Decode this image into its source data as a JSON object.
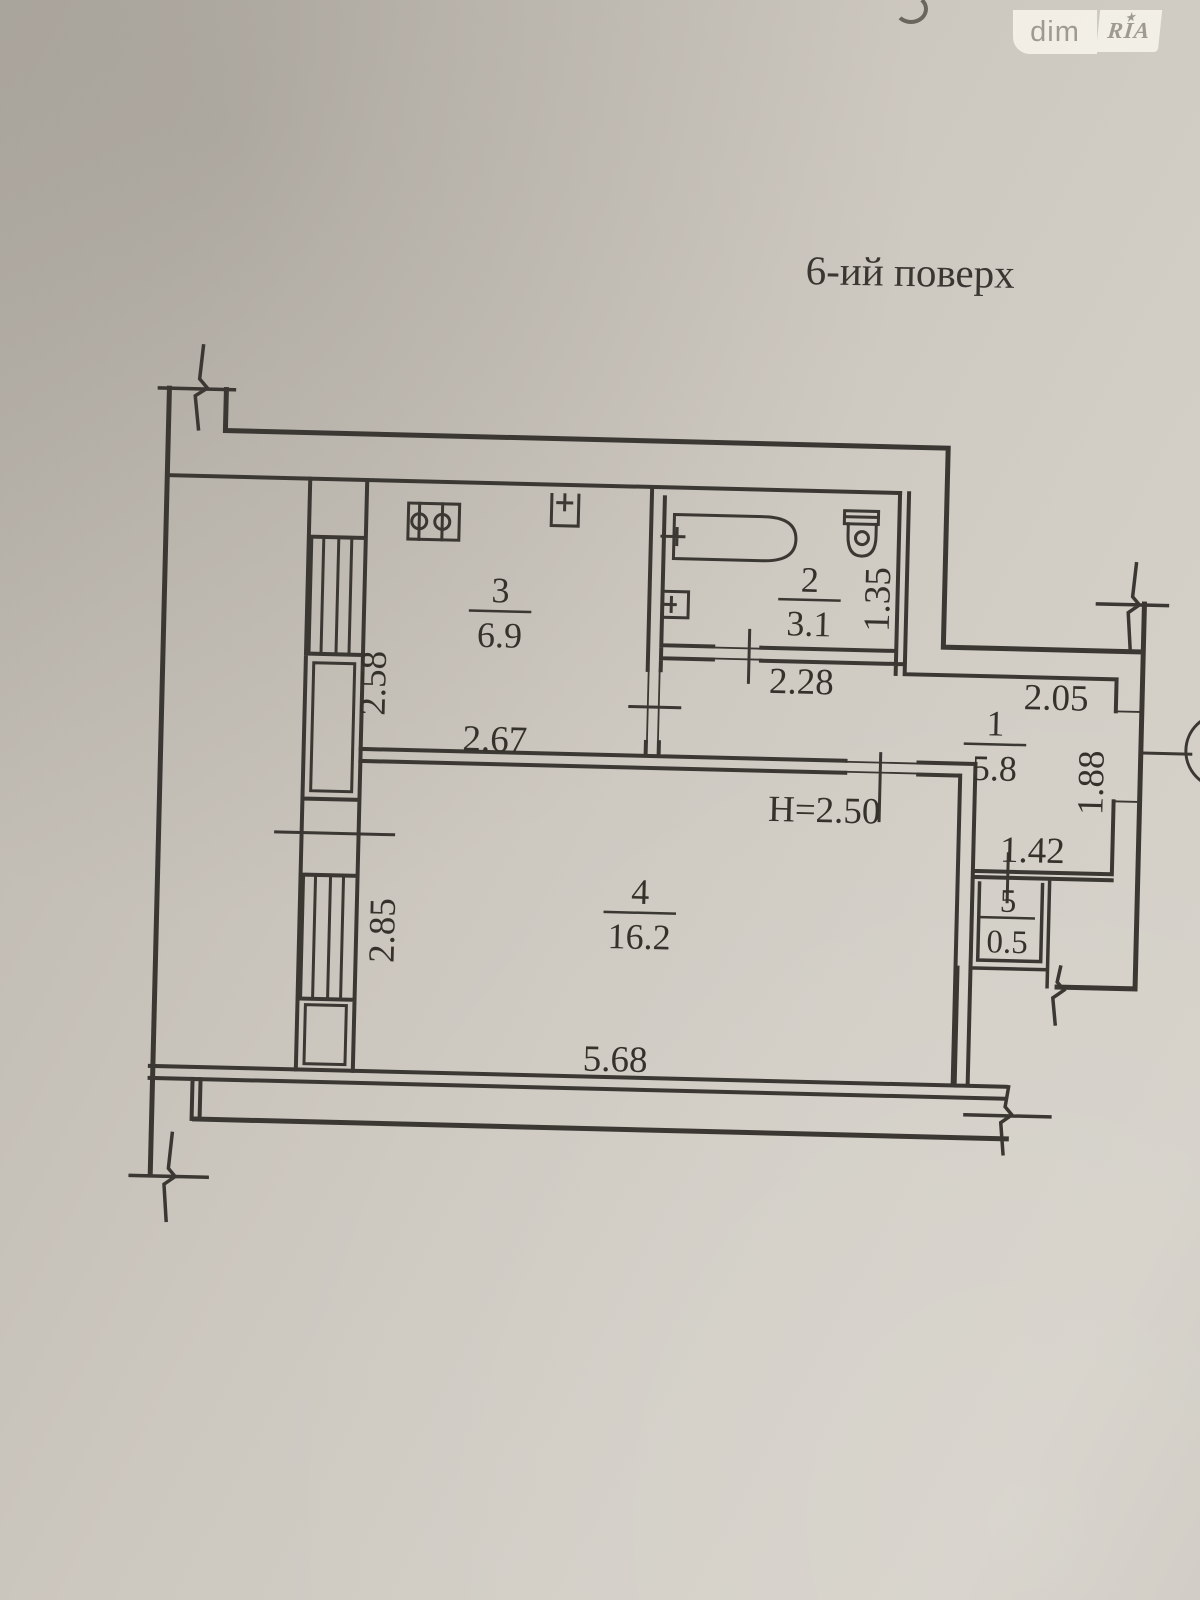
{
  "title": "6-ий поверх",
  "watermark": {
    "left": "dim",
    "right": "RIA",
    "star": "★"
  },
  "rooms": [
    {
      "number": "1",
      "area": "5.8"
    },
    {
      "number": "2",
      "area": "3.1"
    },
    {
      "number": "3",
      "area": "6.9"
    },
    {
      "number": "4",
      "area": "16.2"
    },
    {
      "number": "5",
      "area": "0.5"
    }
  ],
  "dimensions": {
    "kitchen_window_wall": "2.58",
    "kitchen_width": "2.67",
    "hall_width": "2.28",
    "bath_depth": "1.35",
    "hall_top": "2.05",
    "hall_right": "1.88",
    "hall_bottom": "1.42",
    "room4_window_wall": "2.85",
    "room4_width": "5.68",
    "ceiling_height": "H=2.50"
  },
  "colors": {
    "paper": "#cdc8c0",
    "ink": "#3b3833",
    "text": "#35322c",
    "watermark_bg": "#f4f1e9",
    "watermark_text": "#9d988f"
  }
}
